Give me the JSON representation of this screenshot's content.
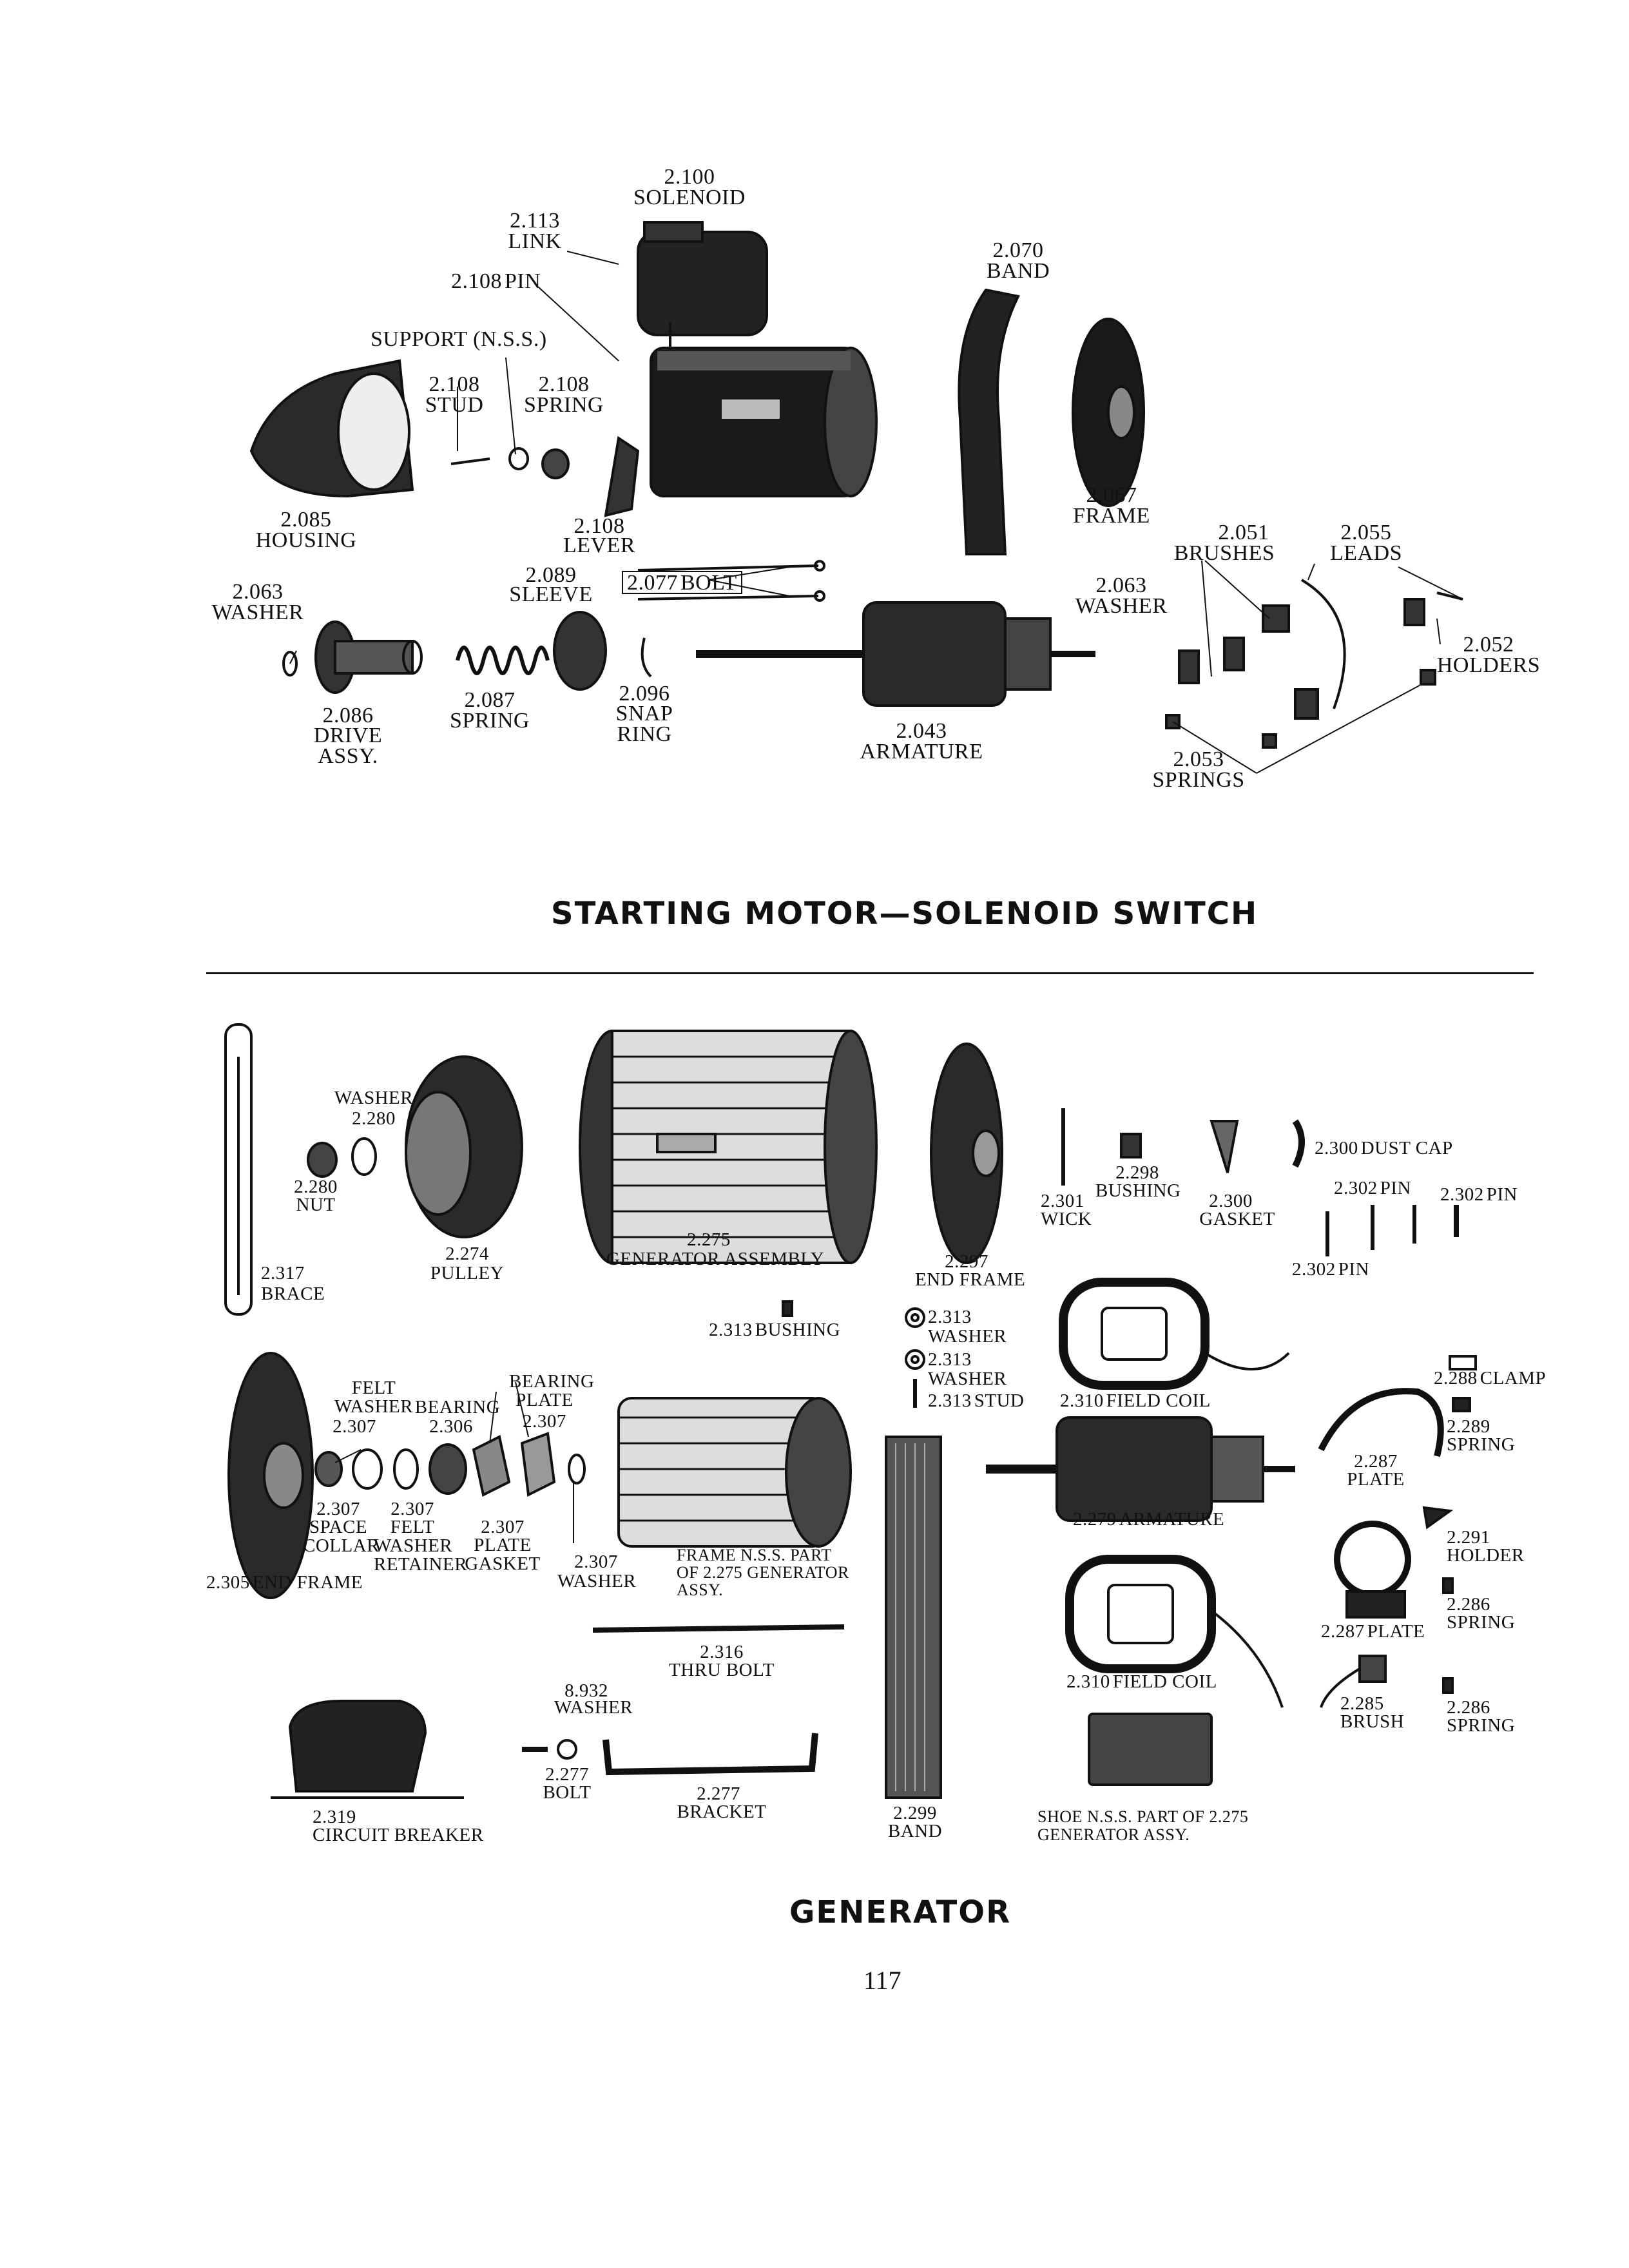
{
  "figure_top": {
    "title": "STARTING MOTOR—SOLENOID SWITCH",
    "labels": [
      {
        "num": "2.100",
        "name": "SOLENOID"
      },
      {
        "num": "2.113",
        "name": "LINK"
      },
      {
        "num": "2.108",
        "name": "PIN"
      },
      {
        "num": "2.070",
        "name": "BAND"
      },
      {
        "num": "",
        "name": "SUPPORT (N.S.S.)"
      },
      {
        "num": "2.108",
        "name": "STUD"
      },
      {
        "num": "2.108",
        "name": "SPRING"
      },
      {
        "num": "2.085",
        "name": "HOUSING"
      },
      {
        "num": "2.108",
        "name": "LEVER"
      },
      {
        "num": "2.067",
        "name": "FRAME"
      },
      {
        "num": "2.063",
        "name": "WASHER"
      },
      {
        "num": "2.089",
        "name": "SLEEVE"
      },
      {
        "num": "2.077",
        "name": "BOLT"
      },
      {
        "num": "2.051",
        "name": "BRUSHES"
      },
      {
        "num": "2.055",
        "name": "LEADS"
      },
      {
        "num": "2.063",
        "name": "WASHER"
      },
      {
        "num": "2.052",
        "name": "HOLDERS"
      },
      {
        "num": "2.086",
        "name": "DRIVE ASSY."
      },
      {
        "num": "2.087",
        "name": "SPRING"
      },
      {
        "num": "2.096",
        "name": "SNAP RING"
      },
      {
        "num": "2.043",
        "name": "ARMATURE"
      },
      {
        "num": "2.053",
        "name": "SPRINGS"
      }
    ]
  },
  "figure_bottom": {
    "title": "GENERATOR",
    "labels": [
      {
        "num": "2.280",
        "name": "WASHER"
      },
      {
        "num": "2.280",
        "name": "NUT"
      },
      {
        "num": "2.274",
        "name": "PULLEY"
      },
      {
        "num": "2.317",
        "name": "BRACE"
      },
      {
        "num": "2.275",
        "name": "GENERATOR ASSEMBLY"
      },
      {
        "num": "2.297",
        "name": "END FRAME"
      },
      {
        "num": "2.313",
        "name": "BUSHING"
      },
      {
        "num": "2.313",
        "name": "WASHER"
      },
      {
        "num": "2.313",
        "name": "WASHER"
      },
      {
        "num": "2.313",
        "name": "STUD"
      },
      {
        "num": "2.301",
        "name": "WICK"
      },
      {
        "num": "2.298",
        "name": "BUSHING"
      },
      {
        "num": "2.300",
        "name": "GASKET"
      },
      {
        "num": "2.300",
        "name": "DUST CAP"
      },
      {
        "num": "2.302",
        "name": "PIN"
      },
      {
        "num": "2.302",
        "name": "PIN"
      },
      {
        "num": "2.302",
        "name": "PIN"
      },
      {
        "num": "2.310",
        "name": "FIELD COIL"
      },
      {
        "num": "2.288",
        "name": "CLAMP"
      },
      {
        "num": "2.289",
        "name": "SPRING"
      },
      {
        "num": "2.287",
        "name": "PLATE"
      },
      {
        "num": "2.279",
        "name": "ARMATURE"
      },
      {
        "num": "2.307",
        "name": "FELT WASHER"
      },
      {
        "num": "2.306",
        "name": "BEARING"
      },
      {
        "num": "2.307",
        "name": "BEARING PLATE"
      },
      {
        "num": "2.307",
        "name": "SPACE COLLAR"
      },
      {
        "num": "2.307",
        "name": "FELT WASHER RETAINER"
      },
      {
        "num": "2.307",
        "name": "PLATE GASKET"
      },
      {
        "num": "2.307",
        "name": "WASHER"
      },
      {
        "num": "2.305",
        "name": "END FRAME"
      },
      {
        "num": "",
        "name": "FRAME N.S.S. PART OF 2.275 GENERATOR ASSY."
      },
      {
        "num": "2.291",
        "name": "HOLDER"
      },
      {
        "num": "2.286",
        "name": "SPRING"
      },
      {
        "num": "2.287",
        "name": "PLATE"
      },
      {
        "num": "2.316",
        "name": "THRU BOLT"
      },
      {
        "num": "2.310",
        "name": "FIELD COIL"
      },
      {
        "num": "8.932",
        "name": "WASHER"
      },
      {
        "num": "2.277",
        "name": "BOLT"
      },
      {
        "num": "2.277",
        "name": "BRACKET"
      },
      {
        "num": "2.285",
        "name": "BRUSH"
      },
      {
        "num": "2.286",
        "name": "SPRING"
      },
      {
        "num": "2.319",
        "name": "CIRCUIT BREAKER"
      },
      {
        "num": "2.299",
        "name": "BAND"
      },
      {
        "num": "",
        "name": "SHOE N.S.S. PART OF 2.275 GENERATOR ASSY."
      }
    ]
  },
  "page_number": "117"
}
